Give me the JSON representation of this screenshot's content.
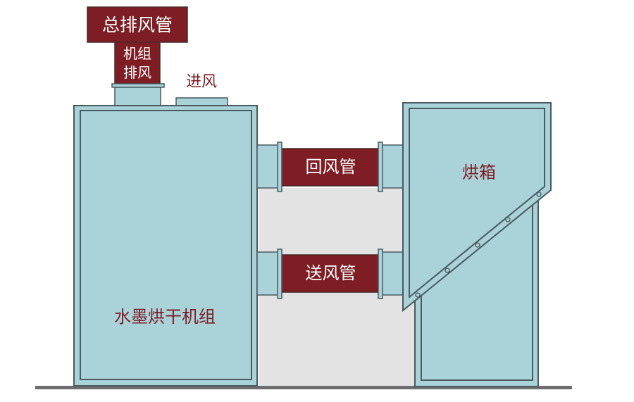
{
  "labels": {
    "main_exhaust": "总排风管",
    "unit_exhaust_line1": "机组",
    "unit_exhaust_line2": "排风",
    "air_inlet": "进风",
    "return_duct": "回风管",
    "supply_duct": "送风管",
    "drying_oven": "烘箱",
    "drying_unit": "水墨烘干机组"
  },
  "colors": {
    "box_fill": "#a9d3d9",
    "box_stroke": "#4a5a60",
    "duct_red": "#7e1d24",
    "panel_gray": "#e3e3e3",
    "ground": "#6e6e6e",
    "text_dark": "#7e1d24",
    "text_light": "#ffffff"
  }
}
